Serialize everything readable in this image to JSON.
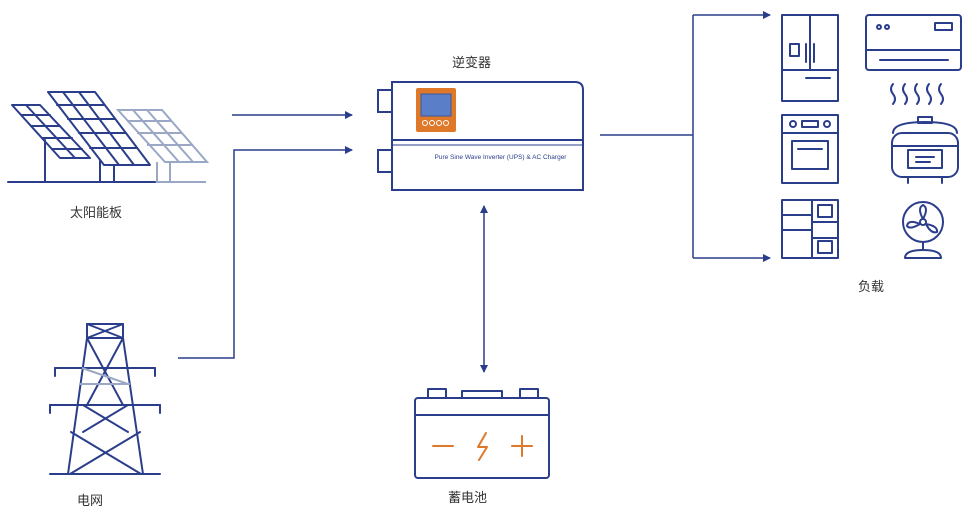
{
  "labels": {
    "inverter": "逆变器",
    "solar": "太阳能板",
    "grid": "电网",
    "battery": "蓄电池",
    "load": "负载"
  },
  "inverter_text": "Pure Sine Wave Inverter (UPS) & AC Charger",
  "colors": {
    "line": "#2b3e8c",
    "secondary": "#9aa8c6",
    "accent": "#e0782a",
    "screen": "#5b7ec8"
  },
  "icons": [
    "solar-panel-icon",
    "power-tower-icon",
    "inverter-icon",
    "battery-icon",
    "refrigerator-icon",
    "air-conditioner-icon",
    "oven-icon",
    "rice-cooker-icon",
    "cabinet-icon",
    "fan-icon"
  ]
}
